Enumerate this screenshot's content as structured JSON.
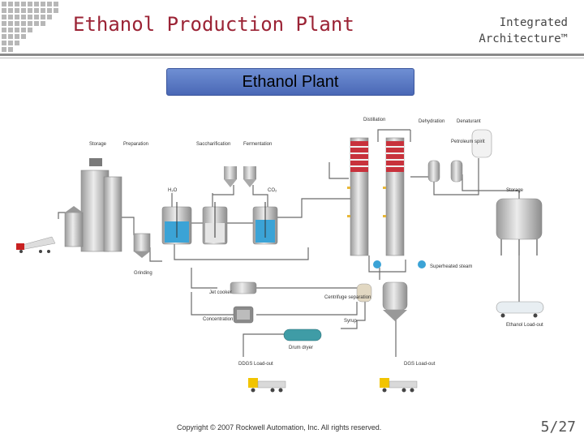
{
  "header": {
    "title": "Ethanol Production Plant",
    "brand_line1": "Integrated",
    "brand_line2": "Architecture™"
  },
  "banner": {
    "label": "Ethanol Plant"
  },
  "diagram": {
    "stage_labels": {
      "storage_left": "Storage",
      "preparation": "Preparation",
      "saccharification": "Saccharification",
      "fermentation": "Fermentation",
      "distillation": "Distillation",
      "dehydration": "Dehydration",
      "denaturant": "Denaturant",
      "storage_right": "Storage",
      "grinding": "Grinding",
      "h2o": "H₂O",
      "co2": "CO₂",
      "petroleum_spirit": "Petroleum spirit",
      "superheated_steam": "Superheated steam",
      "jet_cooker": "Jet cooker",
      "centrifuge_separation": "Centrifuge separation",
      "concentration": "Concentration",
      "syrup": "Syrup",
      "drum_dryer": "Drum dryer",
      "ddgs_loadout": "DDGS Load-out",
      "dgs_loadout": "DGS Load-out",
      "ethanol_loadout": "Ethanol Load-out"
    },
    "colors": {
      "pipe": "#6b6b6b",
      "tank_liquid": "#3ba3d6",
      "column_red": "#c8323c",
      "truck_yellow": "#f2c400",
      "dryer_teal": "#3f9ca6"
    }
  },
  "footer": {
    "copyright": "Copyright © 2007 Rockwell Automation, Inc. All rights reserved.",
    "page": "5/27"
  }
}
